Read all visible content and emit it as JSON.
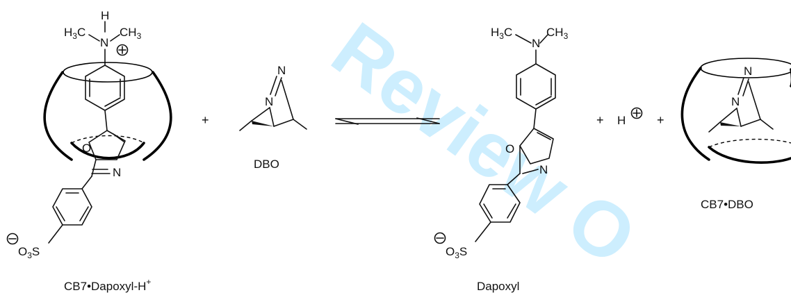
{
  "watermark": {
    "text": "Review O",
    "color": "#cdeefe"
  },
  "labels": {
    "complex_left": "CB7•Dapoxyl-H",
    "complex_left_charge": "+",
    "dbo": "DBO",
    "dapoxyl": "Dapoxyl",
    "complex_right": "CB7•DBO",
    "plus": "+",
    "proton": "H"
  },
  "atoms": {
    "N": "N",
    "O": "O",
    "H": "H",
    "S": "S",
    "methyl": "H",
    "methyl_c": "C",
    "three": "3",
    "ch3": "CH",
    "o3": "O"
  },
  "colors": {
    "ink": "#111111",
    "cage": "#000000"
  },
  "icons": {
    "equilibrium": "equilibrium-arrows-icon",
    "positive_charge": "circled-plus-icon",
    "negative_charge": "circled-minus-icon"
  }
}
